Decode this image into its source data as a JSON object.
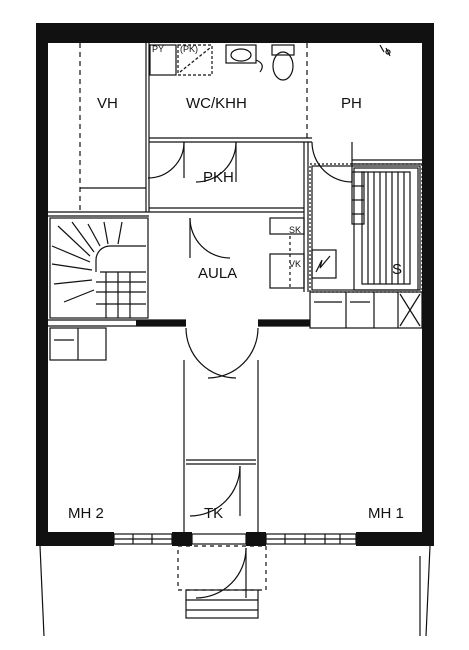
{
  "floor_plan": {
    "rooms": [
      {
        "id": "vh",
        "label": "VH"
      },
      {
        "id": "wc_khh",
        "label": "WC/KHH"
      },
      {
        "id": "ph",
        "label": "PH"
      },
      {
        "id": "pkh",
        "label": "PKH"
      },
      {
        "id": "aula",
        "label": "AULA"
      },
      {
        "id": "s",
        "label": "S"
      },
      {
        "id": "mh2",
        "label": "MH 2"
      },
      {
        "id": "mh1",
        "label": "MH 1"
      },
      {
        "id": "tk",
        "label": "TK"
      }
    ],
    "fixtures": [
      {
        "id": "py",
        "label": "PY"
      },
      {
        "id": "pk",
        "label": "(PK)"
      },
      {
        "id": "sk",
        "label": "SK"
      },
      {
        "id": "vk",
        "label": "VK"
      }
    ],
    "colors": {
      "wall": "#111111",
      "line": "#111111",
      "background": "#ffffff"
    }
  }
}
